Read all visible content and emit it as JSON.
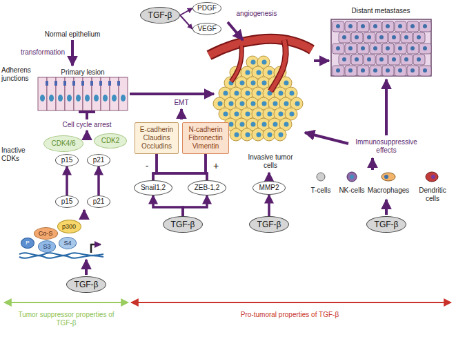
{
  "diagram": {
    "nodes": [
      {
        "text": [
          "TGF-β"
        ]
      },
      {
        "text": [
          "PDGF"
        ]
      },
      {
        "text": [
          "VEGF"
        ]
      },
      {
        "text": [
          "CDK4/6"
        ]
      },
      {
        "text": [
          "CDK2"
        ]
      },
      {
        "text": [
          "p15"
        ]
      },
      {
        "text": [
          "p21"
        ]
      },
      {
        "text": [
          "E-cadherin Claudins Occludins"
        ]
      },
      {
        "text": [
          "N-cadherin Fibronectin Vimentin"
        ]
      },
      {
        "text": [
          "Snail1,2"
        ]
      },
      {
        "text": [
          "ZEB-1,2"
        ]
      },
      {
        "text": [
          "MMP2"
        ]
      },
      {
        "text": [
          "p15"
        ]
      },
      {
        "text": [
          "p21"
        ]
      },
      {
        "text": [
          "p300"
        ]
      },
      {
        "text": [
          "Co-S"
        ]
      },
      {
        "text": [
          "P"
        ]
      },
      {
        "text": [
          "S3"
        ]
      },
      {
        "text": [
          "S4"
        ]
      },
      {
        "text": [
          "TGF-β"
        ]
      },
      {
        "text": [
          "TGF-β"
        ]
      },
      {
        "text": [
          "TGF-β"
        ]
      },
      {
        "text": [
          "TGF-β"
        ]
      }
    ],
    "edges": [
      {
        "from": 0,
        "to": 1,
        "arrow": "to"
      },
      {
        "from": 0,
        "to": 2,
        "arrow": "to"
      },
      {
        "from": 12,
        "to": 5,
        "arrow": "to"
      },
      {
        "from": 13,
        "to": 6,
        "arrow": "to"
      },
      {
        "from": 20,
        "to": 9,
        "arrow": "to"
      },
      {
        "from": 20,
        "to": 10,
        "arrow": "to"
      },
      {
        "from": 9,
        "to": 7,
        "arrow": "none"
      },
      {
        "from": 9,
        "to": 8,
        "arrow": "none"
      },
      {
        "from": 10,
        "to": 7,
        "arrow": "none"
      },
      {
        "from": 10,
        "to": 8,
        "arrow": "none"
      },
      {
        "from": 21,
        "to": 11,
        "arrow": "to"
      }
    ],
    "labels": [
      "Normal epithelium",
      "transformation",
      "Primary lesion",
      "Adherens junctions",
      "angiogenesis",
      "Distant metastases",
      "EMT",
      "Cell cycle arrest",
      "Inactive CDKs",
      "Invasive tumor cells",
      "Immunosuppressive effects",
      "-",
      "+",
      "T-cells",
      "NK-cells",
      "Macrophages",
      "Dendritic cells",
      "Tumor suppressor properties of TGF-β",
      "Pro-tumoral properties of TGF-β"
    ]
  }
}
